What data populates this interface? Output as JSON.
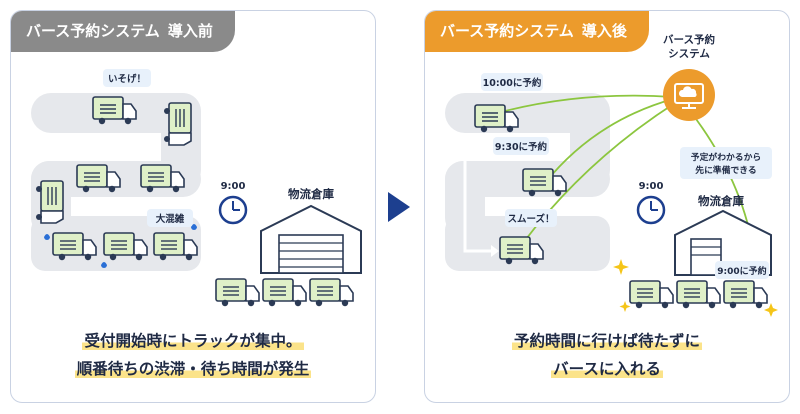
{
  "before": {
    "title_main": "バース予約システム",
    "title_sub": "導入前",
    "bubble_hurry": "いそげ！",
    "bubble_jam": "大混雑",
    "clock_time": "9:00",
    "warehouse_label": "物流倉庫",
    "caption_line1": "受付開始時にトラックが集中。",
    "caption_line2": "順番待ちの渋滞・待ち時間が発生"
  },
  "after": {
    "title_main": "バース予約システム",
    "title_sub": "導入後",
    "system_label_1": "バース予約",
    "system_label_2": "システム",
    "bubble_1000": "10:00に予約",
    "bubble_930": "9:30に予約",
    "bubble_smooth": "スムーズ！",
    "bubble_ready_1": "予定がわかるから",
    "bubble_ready_2": "先に準備できる",
    "clock_time": "9:00",
    "warehouse_label": "物流倉庫",
    "bubble_900": "9:00に予約",
    "caption_line1": "予約時間に行けば待たずに",
    "caption_line2": "バースに入れる"
  },
  "colors": {
    "navy": "#1d3f8f",
    "orange": "#ec9b2c",
    "gray_tag": "#8a8a8a",
    "truck_cargo": "#dff0c8",
    "road": "#e6e8ec",
    "signal_line": "#8cc63f"
  }
}
